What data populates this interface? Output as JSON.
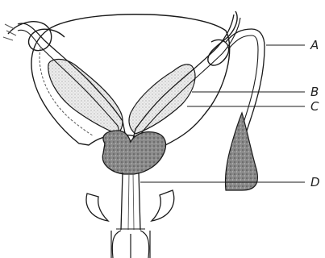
{
  "diagram": {
    "labels": [
      {
        "id": "A",
        "text": "A"
      },
      {
        "id": "B",
        "text": "B"
      },
      {
        "id": "C",
        "text": "C"
      },
      {
        "id": "D",
        "text": "D"
      }
    ]
  },
  "colors": {
    "stroke": "#1a1a1a",
    "gland_fill": "#d9d9d9",
    "dark_fill": "#5a5a5a",
    "background": "#ffffff"
  }
}
